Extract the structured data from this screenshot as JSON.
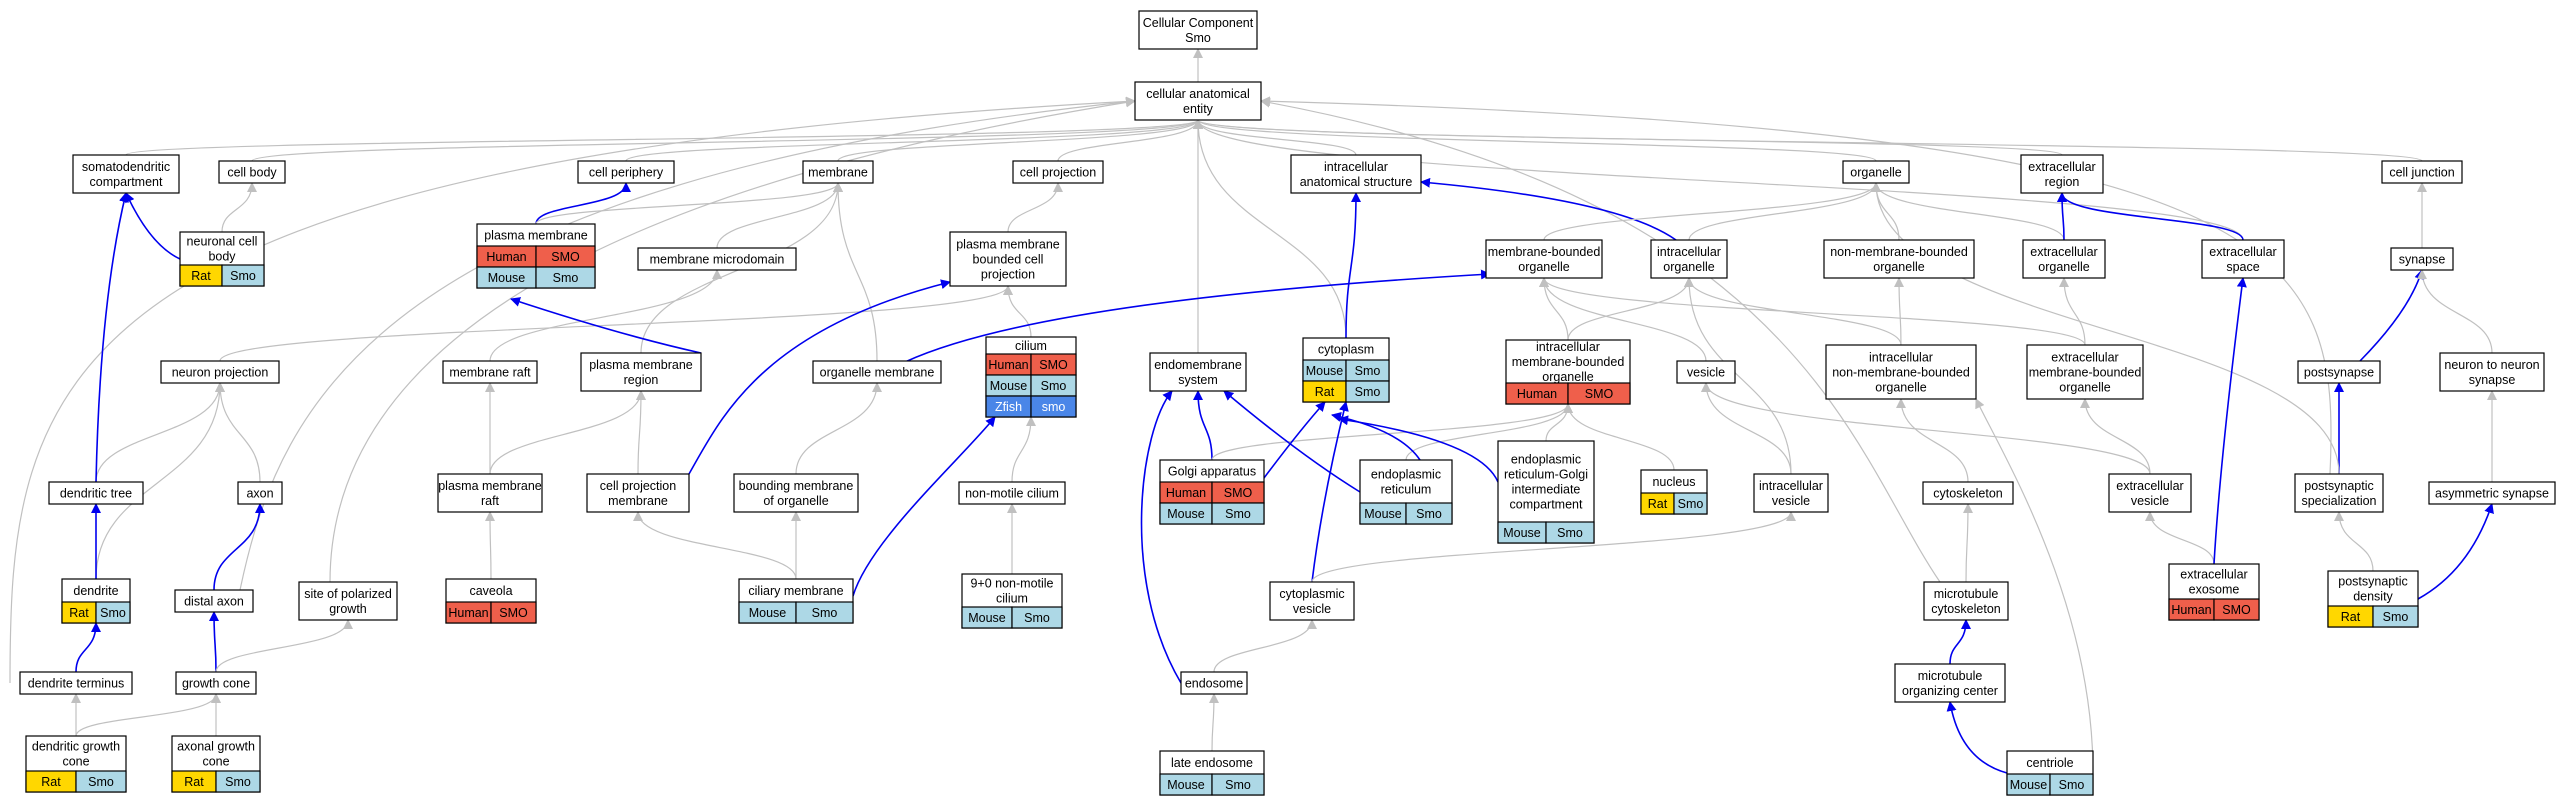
{
  "colors": {
    "gray_edge": "#c0c0c0",
    "blue_edge": "#0000ee",
    "species": {
      "Human": "#ef5f4b",
      "SMO": "#ef5f4b",
      "Mouse": "#add8e6",
      "Smo": "#add8e6",
      "Rat": "#ffd700",
      "Zfish": "#4a86e8",
      "smo": "#4a86e8"
    }
  },
  "nodes": [
    {
      "id": "root",
      "lines": [
        "Cellular Component",
        "Smo"
      ]
    },
    {
      "id": "cae",
      "lines": [
        "cellular anatomical",
        "entity"
      ]
    },
    {
      "id": "somato",
      "lines": [
        "somatodendritic",
        "compartment"
      ]
    },
    {
      "id": "cellbody",
      "lines": [
        "cell body"
      ]
    },
    {
      "id": "periph",
      "lines": [
        "cell periphery"
      ]
    },
    {
      "id": "membrane",
      "lines": [
        "membrane"
      ]
    },
    {
      "id": "cellproj",
      "lines": [
        "cell projection"
      ]
    },
    {
      "id": "intracell",
      "lines": [
        "intracellular",
        "anatomical structure"
      ]
    },
    {
      "id": "organelle",
      "lines": [
        "organelle"
      ]
    },
    {
      "id": "extreg",
      "lines": [
        "extracellular",
        "region"
      ]
    },
    {
      "id": "junction",
      "lines": [
        "cell junction"
      ]
    },
    {
      "id": "ncb",
      "lines": [
        "neuronal cell",
        "body"
      ],
      "chips": [
        [
          "Rat",
          "Smo"
        ]
      ]
    },
    {
      "id": "pm",
      "lines": [
        "plasma membrane"
      ],
      "chips": [
        [
          "Human",
          "SMO"
        ],
        [
          "Mouse",
          "Smo"
        ]
      ]
    },
    {
      "id": "mmd",
      "lines": [
        "membrane microdomain"
      ]
    },
    {
      "id": "pmbcp",
      "lines": [
        "plasma membrane",
        "bounded cell",
        "projection"
      ]
    },
    {
      "id": "mbo",
      "lines": [
        "membrane-bounded",
        "organelle"
      ]
    },
    {
      "id": "intorg",
      "lines": [
        "intracellular",
        "organelle"
      ]
    },
    {
      "id": "nmbo",
      "lines": [
        "non-membrane-bounded",
        "organelle"
      ]
    },
    {
      "id": "extorg",
      "lines": [
        "extracellular",
        "organelle"
      ]
    },
    {
      "id": "extspace",
      "lines": [
        "extracellular",
        "space"
      ]
    },
    {
      "id": "synapse",
      "lines": [
        "synapse"
      ]
    },
    {
      "id": "neuproj",
      "lines": [
        "neuron projection"
      ]
    },
    {
      "id": "mraft",
      "lines": [
        "membrane raft"
      ]
    },
    {
      "id": "pmreg",
      "lines": [
        "plasma membrane",
        "region"
      ]
    },
    {
      "id": "orgmem",
      "lines": [
        "organelle membrane"
      ]
    },
    {
      "id": "cilium",
      "lines": [
        "cilium"
      ],
      "chips": [
        [
          "Human",
          "SMO"
        ],
        [
          "Mouse",
          "Smo"
        ],
        [
          "Zfish",
          "smo"
        ]
      ]
    },
    {
      "id": "endomem",
      "lines": [
        "endomembrane",
        "system"
      ]
    },
    {
      "id": "cytoplasm",
      "lines": [
        "cytoplasm"
      ],
      "chips": [
        [
          "Mouse",
          "Smo"
        ],
        [
          "Rat",
          "Smo"
        ]
      ]
    },
    {
      "id": "imbo",
      "lines": [
        "intracellular",
        "membrane-bounded",
        "organelle"
      ],
      "chips": [
        [
          "Human",
          "SMO"
        ]
      ]
    },
    {
      "id": "vesicle",
      "lines": [
        "vesicle"
      ]
    },
    {
      "id": "inmbo",
      "lines": [
        "intracellular",
        "non-membrane-bounded",
        "organelle"
      ]
    },
    {
      "id": "embo",
      "lines": [
        "extracellular",
        "membrane-bounded",
        "organelle"
      ]
    },
    {
      "id": "postsyn",
      "lines": [
        "postsynapse"
      ]
    },
    {
      "id": "n2n",
      "lines": [
        "neuron to neuron",
        "synapse"
      ]
    },
    {
      "id": "dtree",
      "lines": [
        "dendritic tree"
      ]
    },
    {
      "id": "axon",
      "lines": [
        "axon"
      ]
    },
    {
      "id": "pmraft",
      "lines": [
        "plasma membrane",
        "raft"
      ]
    },
    {
      "id": "cpm",
      "lines": [
        "cell projection",
        "membrane"
      ]
    },
    {
      "id": "bmo",
      "lines": [
        "bounding membrane",
        "of organelle"
      ]
    },
    {
      "id": "nmc",
      "lines": [
        "non-motile cilium"
      ]
    },
    {
      "id": "golgi",
      "lines": [
        "Golgi apparatus"
      ],
      "chips": [
        [
          "Human",
          "SMO"
        ],
        [
          "Mouse",
          "Smo"
        ]
      ]
    },
    {
      "id": "er",
      "lines": [
        "endoplasmic",
        "reticulum"
      ],
      "chips": [
        [
          "Mouse",
          "Smo"
        ]
      ]
    },
    {
      "id": "ergic",
      "lines": [
        "endoplasmic",
        "reticulum-Golgi",
        "intermediate",
        "compartment"
      ],
      "chips": [
        [
          "Mouse",
          "Smo"
        ]
      ]
    },
    {
      "id": "nucleus",
      "lines": [
        "nucleus"
      ],
      "chips": [
        [
          "Rat",
          "Smo"
        ]
      ]
    },
    {
      "id": "intves",
      "lines": [
        "intracellular",
        "vesicle"
      ]
    },
    {
      "id": "cytosk",
      "lines": [
        "cytoskeleton"
      ]
    },
    {
      "id": "extves",
      "lines": [
        "extracellular",
        "vesicle"
      ]
    },
    {
      "id": "pss",
      "lines": [
        "postsynaptic",
        "specialization"
      ]
    },
    {
      "id": "asyn",
      "lines": [
        "asymmetric synapse"
      ]
    },
    {
      "id": "dendrite",
      "lines": [
        "dendrite"
      ],
      "chips": [
        [
          "Rat",
          "Smo"
        ]
      ]
    },
    {
      "id": "distax",
      "lines": [
        "distal axon"
      ]
    },
    {
      "id": "spg",
      "lines": [
        "site of polarized",
        "growth"
      ]
    },
    {
      "id": "caveola",
      "lines": [
        "caveola"
      ],
      "chips": [
        [
          "Human",
          "SMO"
        ]
      ]
    },
    {
      "id": "ciliamem",
      "lines": [
        "ciliary membrane"
      ],
      "chips": [
        [
          "Mouse",
          "Smo"
        ]
      ]
    },
    {
      "id": "c90",
      "lines": [
        "9+0 non-motile",
        "cilium"
      ],
      "chips": [
        [
          "Mouse",
          "Smo"
        ]
      ]
    },
    {
      "id": "cytves",
      "lines": [
        "cytoplasmic",
        "vesicle"
      ]
    },
    {
      "id": "mtcsk",
      "lines": [
        "microtubule",
        "cytoskeleton"
      ]
    },
    {
      "id": "exos",
      "lines": [
        "extracellular",
        "exosome"
      ],
      "chips": [
        [
          "Human",
          "SMO"
        ]
      ]
    },
    {
      "id": "psd",
      "lines": [
        "postsynaptic",
        "density"
      ],
      "chips": [
        [
          "Rat",
          "Smo"
        ]
      ]
    },
    {
      "id": "dterm",
      "lines": [
        "dendrite terminus"
      ]
    },
    {
      "id": "gcone",
      "lines": [
        "growth cone"
      ]
    },
    {
      "id": "endosome",
      "lines": [
        "endosome"
      ]
    },
    {
      "id": "mtoc",
      "lines": [
        "microtubule",
        "organizing center"
      ]
    },
    {
      "id": "dgc",
      "lines": [
        "dendritic growth",
        "cone"
      ],
      "chips": [
        [
          "Rat",
          "Smo"
        ]
      ]
    },
    {
      "id": "agc",
      "lines": [
        "axonal growth",
        "cone"
      ],
      "chips": [
        [
          "Rat",
          "Smo"
        ]
      ]
    },
    {
      "id": "lateendo",
      "lines": [
        "late endosome"
      ],
      "chips": [
        [
          "Mouse",
          "Smo"
        ]
      ]
    },
    {
      "id": "centriole",
      "lines": [
        "centriole"
      ],
      "chips": [
        [
          "Mouse",
          "Smo"
        ]
      ]
    }
  ],
  "edges": [
    {
      "from": "cae",
      "to": "root",
      "kind": "gray"
    },
    {
      "from": "somato",
      "to": "cae",
      "kind": "gray"
    },
    {
      "from": "cellbody",
      "to": "cae",
      "kind": "gray"
    },
    {
      "from": "periph",
      "to": "cae",
      "kind": "gray"
    },
    {
      "from": "membrane",
      "to": "cae",
      "kind": "gray"
    },
    {
      "from": "cellproj",
      "to": "cae",
      "kind": "gray"
    },
    {
      "from": "intracell",
      "to": "cae",
      "kind": "gray"
    },
    {
      "from": "organelle",
      "to": "cae",
      "kind": "gray"
    },
    {
      "from": "extreg",
      "to": "cae",
      "kind": "gray"
    },
    {
      "from": "junction",
      "to": "cae",
      "kind": "gray"
    },
    {
      "from": "dterm",
      "to": "cae",
      "kind": "gray"
    },
    {
      "from": "spg",
      "to": "cae",
      "kind": "gray"
    },
    {
      "from": "distax",
      "to": "cae",
      "kind": "gray"
    },
    {
      "from": "endomem",
      "to": "cae",
      "kind": "gray"
    },
    {
      "from": "cytoplasm",
      "to": "cae",
      "kind": "gray"
    },
    {
      "from": "extspace",
      "to": "cae",
      "kind": "gray"
    },
    {
      "from": "pss",
      "to": "cae",
      "kind": "gray"
    },
    {
      "from": "mtcsk",
      "to": "cae",
      "kind": "gray"
    },
    {
      "from": "ncb",
      "to": "cellbody",
      "kind": "gray"
    },
    {
      "from": "ncb",
      "to": "somato",
      "kind": "blue"
    },
    {
      "from": "pm",
      "to": "periph",
      "kind": "blue"
    },
    {
      "from": "pm",
      "to": "membrane",
      "kind": "gray"
    },
    {
      "from": "mmd",
      "to": "membrane",
      "kind": "gray"
    },
    {
      "from": "pmreg",
      "to": "membrane",
      "kind": "gray"
    },
    {
      "from": "orgmem",
      "to": "membrane",
      "kind": "gray"
    },
    {
      "from": "pmbcp",
      "to": "cellproj",
      "kind": "gray"
    },
    {
      "from": "intorg",
      "to": "intracell",
      "kind": "blue"
    },
    {
      "from": "cytoplasm",
      "to": "intracell",
      "kind": "blue"
    },
    {
      "from": "mbo",
      "to": "organelle",
      "kind": "gray"
    },
    {
      "from": "intorg",
      "to": "organelle",
      "kind": "gray"
    },
    {
      "from": "nmbo",
      "to": "organelle",
      "kind": "gray"
    },
    {
      "from": "extorg",
      "to": "organelle",
      "kind": "gray"
    },
    {
      "from": "extorg",
      "to": "extreg",
      "kind": "blue"
    },
    {
      "from": "extspace",
      "to": "extreg",
      "kind": "blue"
    },
    {
      "from": "synapse",
      "to": "junction",
      "kind": "gray"
    },
    {
      "from": "neuproj",
      "to": "pmbcp",
      "kind": "gray"
    },
    {
      "from": "cilium",
      "to": "pmbcp",
      "kind": "gray"
    },
    {
      "from": "mraft",
      "to": "mmd",
      "kind": "gray"
    },
    {
      "from": "pmreg",
      "to": "pm",
      "kind": "blue"
    },
    {
      "from": "orgmem",
      "to": "mbo",
      "kind": "blue"
    },
    {
      "from": "imbo",
      "to": "mbo",
      "kind": "gray"
    },
    {
      "from": "vesicle",
      "to": "mbo",
      "kind": "gray"
    },
    {
      "from": "embo",
      "to": "mbo",
      "kind": "gray"
    },
    {
      "from": "imbo",
      "to": "intorg",
      "kind": "gray"
    },
    {
      "from": "inmbo",
      "to": "intorg",
      "kind": "gray"
    },
    {
      "from": "inmbo",
      "to": "nmbo",
      "kind": "gray"
    },
    {
      "from": "embo",
      "to": "extorg",
      "kind": "gray"
    },
    {
      "from": "postsyn",
      "to": "synapse",
      "kind": "blue"
    },
    {
      "from": "n2n",
      "to": "synapse",
      "kind": "gray"
    },
    {
      "from": "dtree",
      "to": "neuproj",
      "kind": "gray"
    },
    {
      "from": "axon",
      "to": "neuproj",
      "kind": "gray"
    },
    {
      "from": "dendrite",
      "to": "neuproj",
      "kind": "gray"
    },
    {
      "from": "dtree",
      "to": "somato",
      "kind": "blue"
    },
    {
      "from": "pmraft",
      "to": "mraft",
      "kind": "gray"
    },
    {
      "from": "pmraft",
      "to": "pmreg",
      "kind": "gray"
    },
    {
      "from": "cpm",
      "to": "pmreg",
      "kind": "gray"
    },
    {
      "from": "cpm",
      "to": "pmbcp",
      "kind": "blue"
    },
    {
      "from": "bmo",
      "to": "orgmem",
      "kind": "gray"
    },
    {
      "from": "nmc",
      "to": "cilium",
      "kind": "gray"
    },
    {
      "from": "ciliamem",
      "to": "cilium",
      "kind": "blue"
    },
    {
      "from": "ciliamem",
      "to": "cpm",
      "kind": "gray"
    },
    {
      "from": "ciliamem",
      "to": "bmo",
      "kind": "gray"
    },
    {
      "from": "golgi",
      "to": "endomem",
      "kind": "blue"
    },
    {
      "from": "golgi",
      "to": "imbo",
      "kind": "gray"
    },
    {
      "from": "er",
      "to": "endomem",
      "kind": "blue"
    },
    {
      "from": "er",
      "to": "imbo",
      "kind": "gray"
    },
    {
      "from": "er",
      "to": "cytoplasm",
      "kind": "blue"
    },
    {
      "from": "ergic",
      "to": "cytoplasm",
      "kind": "blue"
    },
    {
      "from": "ergic",
      "to": "imbo",
      "kind": "gray"
    },
    {
      "from": "nucleus",
      "to": "imbo",
      "kind": "gray"
    },
    {
      "from": "golgi",
      "to": "cytoplasm",
      "kind": "blue"
    },
    {
      "from": "cytves",
      "to": "cytoplasm",
      "kind": "blue"
    },
    {
      "from": "intves",
      "to": "vesicle",
      "kind": "gray"
    },
    {
      "from": "intves",
      "to": "intorg",
      "kind": "gray"
    },
    {
      "from": "extves",
      "to": "vesicle",
      "kind": "gray"
    },
    {
      "from": "extves",
      "to": "embo",
      "kind": "gray"
    },
    {
      "from": "cytosk",
      "to": "inmbo",
      "kind": "gray"
    },
    {
      "from": "pss",
      "to": "postsyn",
      "kind": "blue"
    },
    {
      "from": "pss",
      "to": "organelle",
      "kind": "gray"
    },
    {
      "from": "asyn",
      "to": "n2n",
      "kind": "gray"
    },
    {
      "from": "dendrite",
      "to": "dtree",
      "kind": "blue"
    },
    {
      "from": "distax",
      "to": "axon",
      "kind": "blue"
    },
    {
      "from": "caveola",
      "to": "pmraft",
      "kind": "gray"
    },
    {
      "from": "c90",
      "to": "nmc",
      "kind": "gray"
    },
    {
      "from": "cytves",
      "to": "intves",
      "kind": "gray"
    },
    {
      "from": "mtcsk",
      "to": "cytosk",
      "kind": "gray"
    },
    {
      "from": "exos",
      "to": "extves",
      "kind": "gray"
    },
    {
      "from": "exos",
      "to": "extspace",
      "kind": "blue"
    },
    {
      "from": "psd",
      "to": "pss",
      "kind": "gray"
    },
    {
      "from": "psd",
      "to": "asyn",
      "kind": "blue"
    },
    {
      "from": "dterm",
      "to": "dendrite",
      "kind": "blue"
    },
    {
      "from": "gcone",
      "to": "distax",
      "kind": "blue"
    },
    {
      "from": "gcone",
      "to": "spg",
      "kind": "gray"
    },
    {
      "from": "endosome",
      "to": "cytves",
      "kind": "gray"
    },
    {
      "from": "endosome",
      "to": "endomem",
      "kind": "blue"
    },
    {
      "from": "mtoc",
      "to": "mtcsk",
      "kind": "blue"
    },
    {
      "from": "dgc",
      "to": "dterm",
      "kind": "gray"
    },
    {
      "from": "dgc",
      "to": "gcone",
      "kind": "gray"
    },
    {
      "from": "agc",
      "to": "gcone",
      "kind": "gray"
    },
    {
      "from": "lateendo",
      "to": "endosome",
      "kind": "gray"
    },
    {
      "from": "centriole",
      "to": "mtoc",
      "kind": "blue"
    },
    {
      "from": "centriole",
      "to": "inmbo",
      "kind": "gray"
    }
  ]
}
